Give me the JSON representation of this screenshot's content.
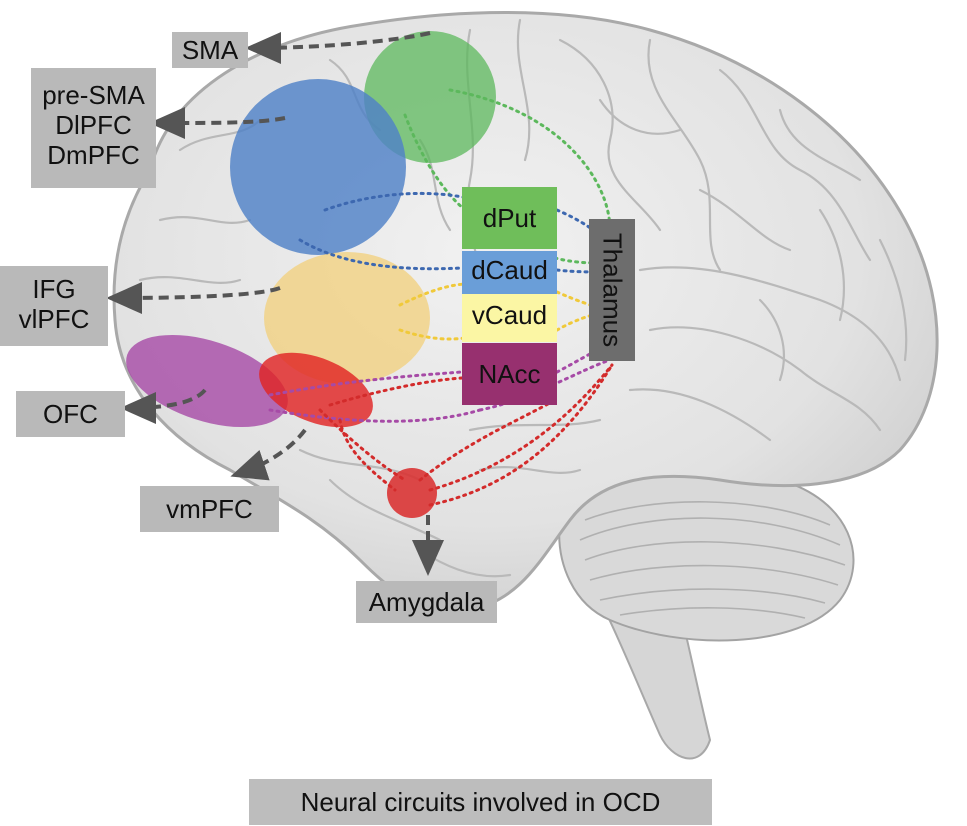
{
  "labels": {
    "sma": "SMA",
    "pre_sma": [
      "pre-SMA",
      "DlPFC",
      "DmPFC"
    ],
    "ifg": [
      "IFG",
      "vlPFC"
    ],
    "ofc": "OFC",
    "vmpfc": "vmPFC",
    "amygdala": "Amygdala",
    "thalamus": "Thalamus"
  },
  "striatum": {
    "dput": "dPut",
    "dcaud": "dCaud",
    "vcaud": "vCaud",
    "nacc": "NAcc"
  },
  "caption": "Neural circuits involved in OCD",
  "colors": {
    "sma_green": "#5cb85c",
    "prefrontal_blue": "#4f81c7",
    "ifg_yellow": "#f2cf76",
    "ofc_purple": "#a64aa6",
    "vmpfc_red": "#e02525",
    "amygdala_red": "#d93030",
    "dput_fill": "#6fbe5a",
    "dcaud_fill": "#6a9ed8",
    "vcaud_fill": "#fbf6a4",
    "nacc_fill": "#97306f",
    "label_bg": "#b9b9b9",
    "thalamus_bg": "#6d6d6d"
  }
}
